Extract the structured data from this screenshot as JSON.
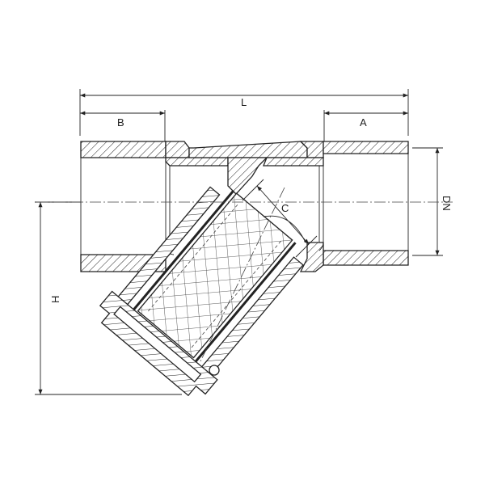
{
  "labels": {
    "L": "L",
    "A": "A",
    "B": "B",
    "C": "C",
    "DN": "DN",
    "H": "H"
  },
  "colors": {
    "line": "#222222",
    "background": "#ffffff"
  }
}
